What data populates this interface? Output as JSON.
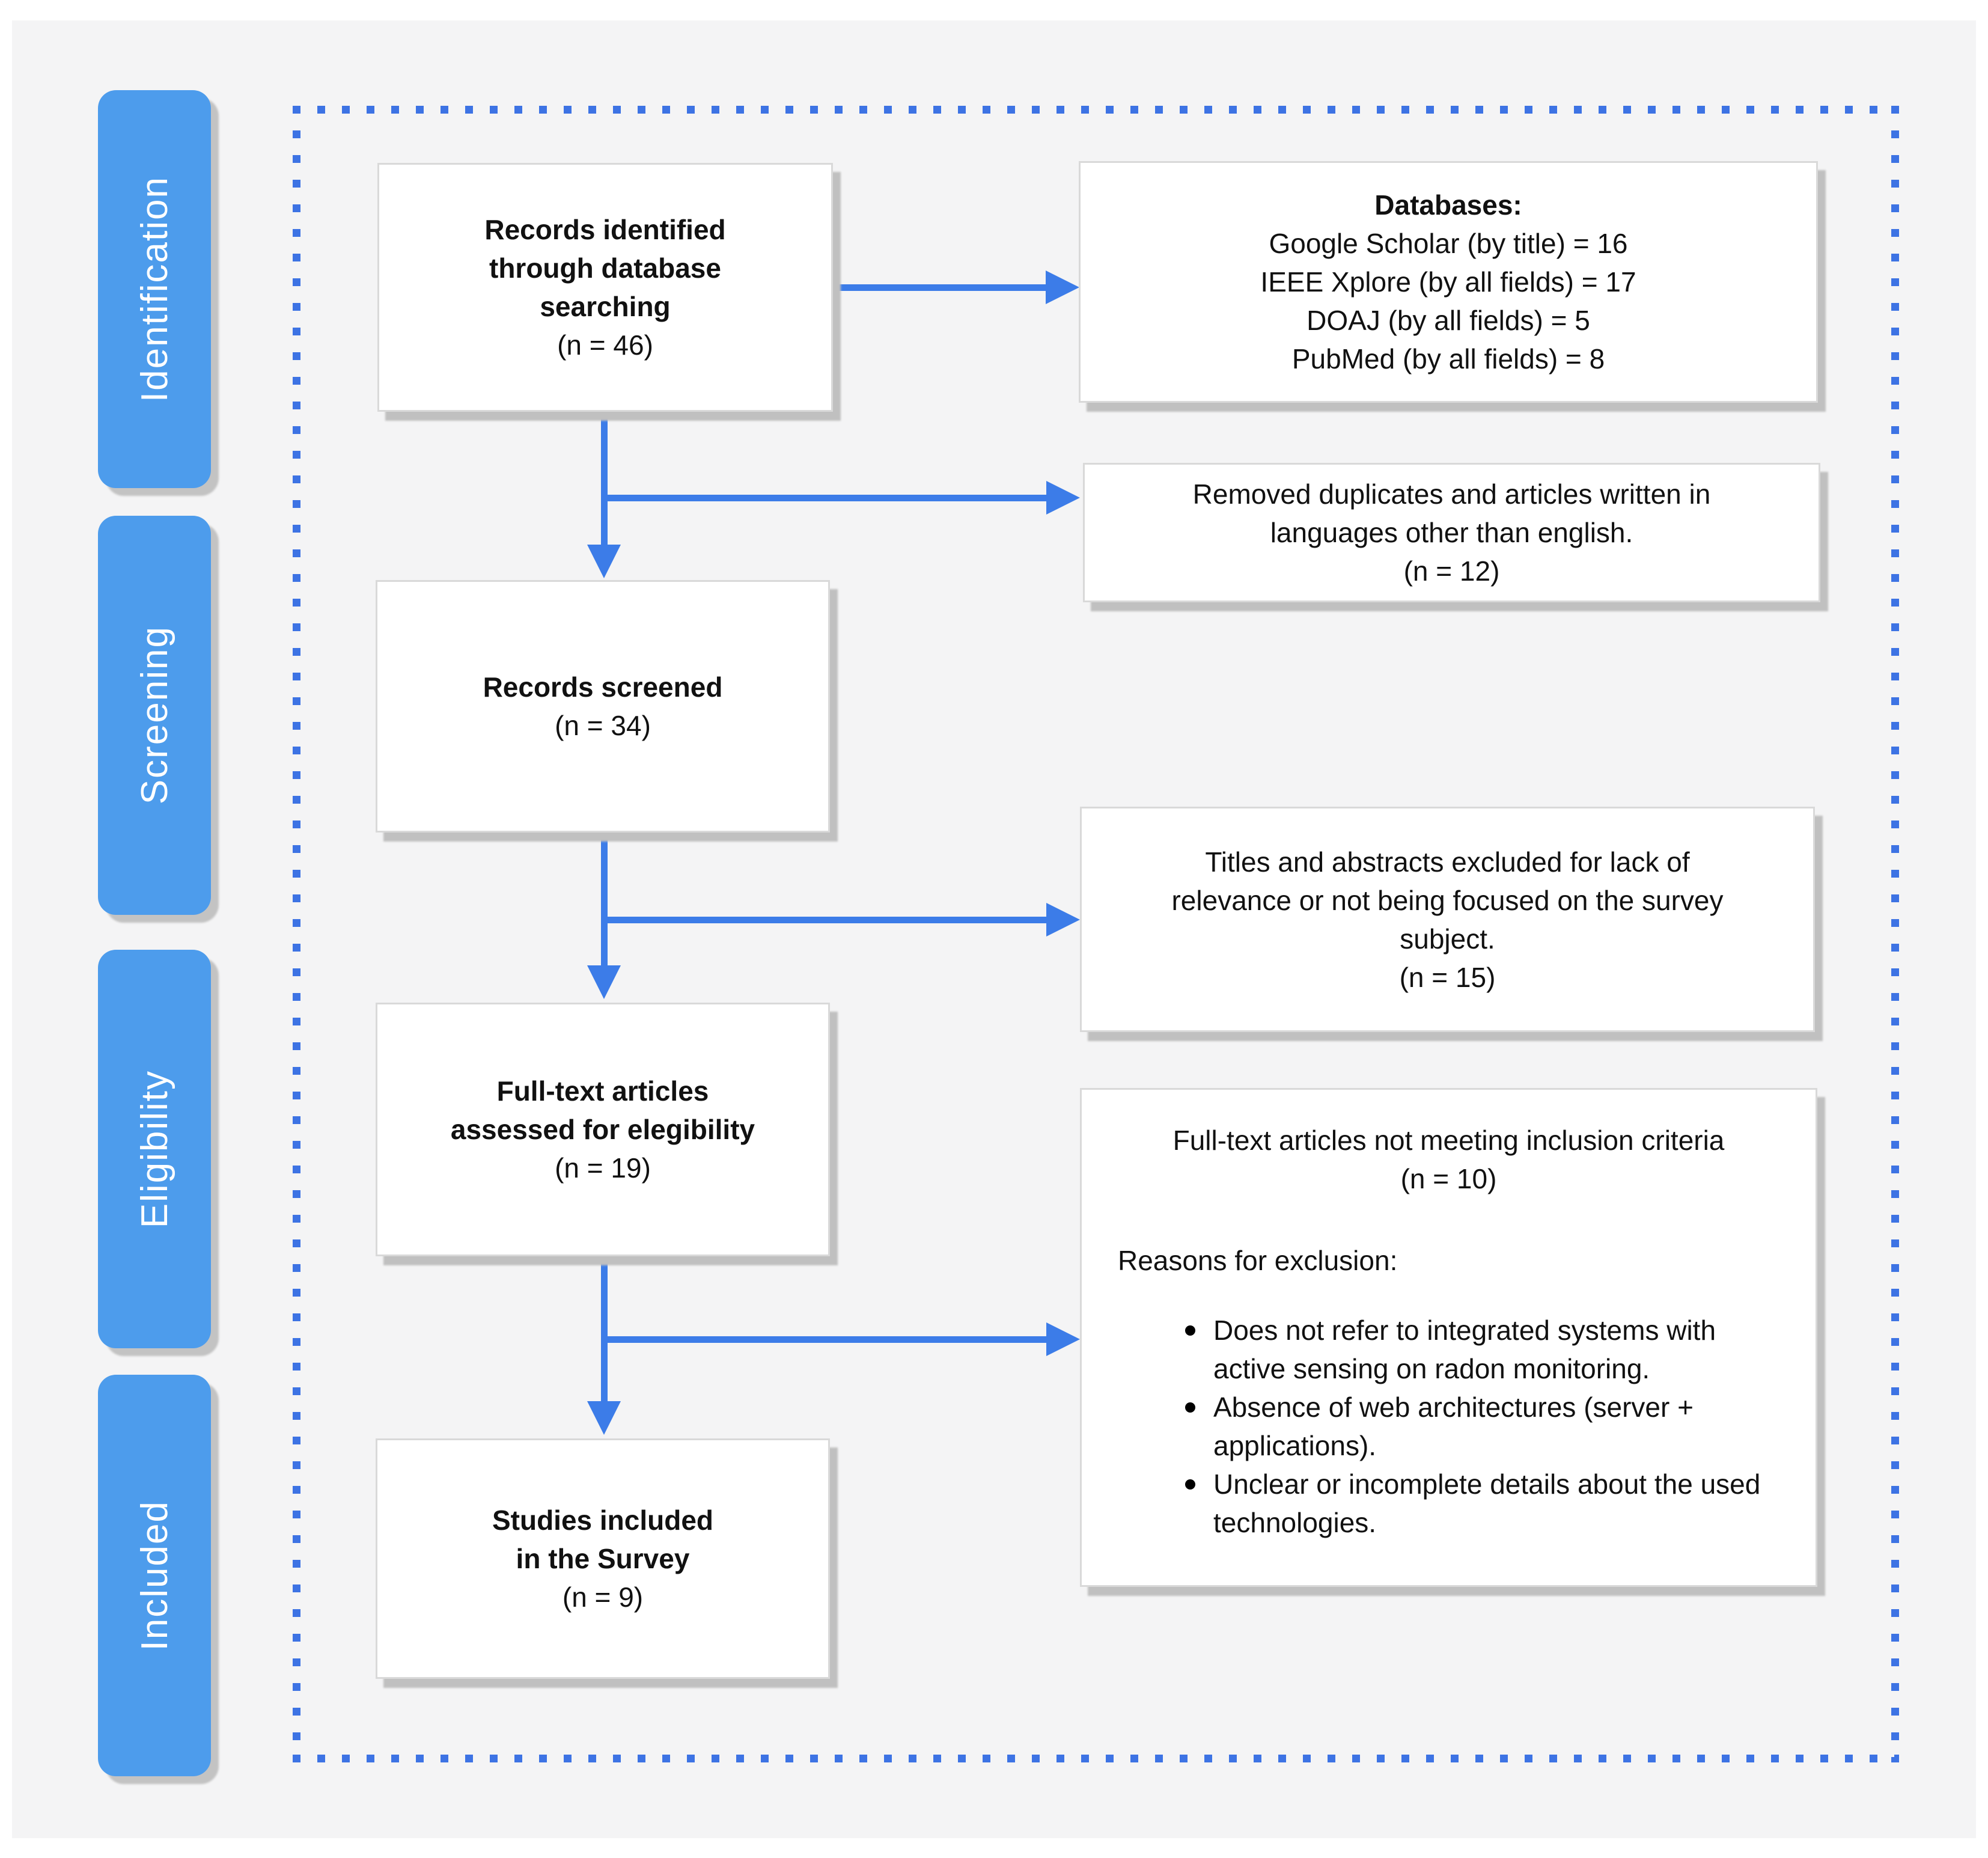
{
  "colors": {
    "stage_blue": "#4d9cec",
    "arrow_blue": "#3c7ce8",
    "dash_blue": "#3d73e4",
    "panel_gray": "#f4f4f5"
  },
  "stages": [
    {
      "label": "Identification"
    },
    {
      "label": "Screening"
    },
    {
      "label": "Eligibility"
    },
    {
      "label": "Included"
    }
  ],
  "boxes": {
    "records_identified": {
      "title": "Records identified\nthrough database\nsearching",
      "count": "(n = 46)"
    },
    "databases": {
      "title": "Databases:",
      "lines": [
        "Google Scholar (by title) = 16",
        "IEEE Xplore (by all fields) = 17",
        "DOAJ (by all fields) = 5",
        "PubMed (by all fields) = 8"
      ]
    },
    "removed_duplicates": {
      "text": "Removed duplicates and articles written in\nlanguages other than english.",
      "count": "(n = 12)"
    },
    "records_screened": {
      "title": "Records screened",
      "count": "(n = 34)"
    },
    "titles_abstracts_excluded": {
      "text": "Titles and abstracts excluded for lack of\nrelevance or not being focused on the survey\nsubject.",
      "count": "(n = 15)"
    },
    "fulltext_assessed": {
      "title": "Full-text articles\nassessed for elegibility",
      "count": "(n = 19)"
    },
    "fulltext_excluded": {
      "heading": "Full-text articles not meeting inclusion criteria",
      "count": "(n = 10)",
      "reasons_label": "Reasons for exclusion:",
      "reasons": [
        "Does not refer to integrated systems with active sensing on radon monitoring.",
        "Absence of web architectures (server + applications).",
        "Unclear or incomplete details about the used technologies."
      ]
    },
    "studies_included": {
      "title": "Studies included\nin the Survey",
      "count": "(n = 9)"
    }
  }
}
